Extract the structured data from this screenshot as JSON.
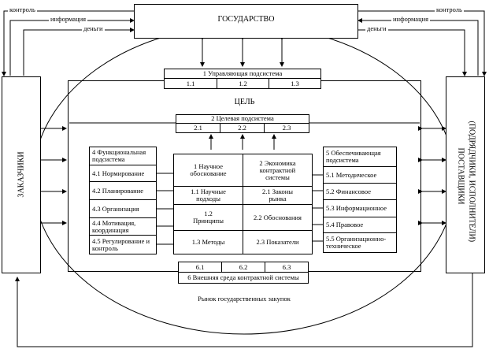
{
  "outer": {
    "state": "ГОСУДАРСТВО",
    "customers": "ЗАКАЗЧИКИ",
    "suppliers_line1": "ПОСТАВЩИКИ",
    "suppliers_line2": "(ПОДРЯДЧИКИ, ИСПОЛНИТЕЛИ)",
    "market": "Рынок государственных закупок"
  },
  "flows": {
    "control": "контроль",
    "information": "информация",
    "money": "деньги"
  },
  "goal": "ЦЕЛЬ",
  "management": {
    "title": "1 Управляющая подсистема",
    "cells": [
      "1.1",
      "1.2",
      "1.3"
    ]
  },
  "target": {
    "title": "2 Целевая подсистема",
    "cells": [
      "2.1",
      "2.2",
      "2.3"
    ]
  },
  "external": {
    "title": "6 Внешняя среда контрактной системы",
    "cells": [
      "6.1",
      "6.2",
      "6.3"
    ]
  },
  "functional": {
    "title_line1": "4 Функциональная",
    "title_line2": "подсистема",
    "items": [
      [
        "4.1 Нормирование"
      ],
      [
        "4.2 Планирование"
      ],
      [
        "4.3 Организация"
      ],
      [
        "4.4 Мотивация,",
        "координация"
      ],
      [
        "4.5 Регулирование и",
        "контроль"
      ]
    ]
  },
  "support": {
    "title_line1": "5 Обеспечивающая",
    "title_line2": "подсистема",
    "items": [
      [
        "5.1 Методическое"
      ],
      [
        "5.2 Финансовое"
      ],
      [
        "5.3 Информационное"
      ],
      [
        "5.4 Правовое"
      ],
      [
        "5.5 Организационно-",
        "техническое"
      ]
    ]
  },
  "center": {
    "left": [
      [
        "1 Научное",
        "обоснование"
      ],
      [
        "1.1 Научные",
        "подходы"
      ],
      [
        "1.2",
        "Принципы"
      ],
      [
        "1.3 Методы"
      ]
    ],
    "right": [
      [
        "2 Экономика",
        "контрактной",
        "системы"
      ],
      [
        "2.1 Законы",
        "рынка"
      ],
      [
        "2.2 Обоснования"
      ],
      [
        "2.3 Показатели"
      ]
    ]
  }
}
